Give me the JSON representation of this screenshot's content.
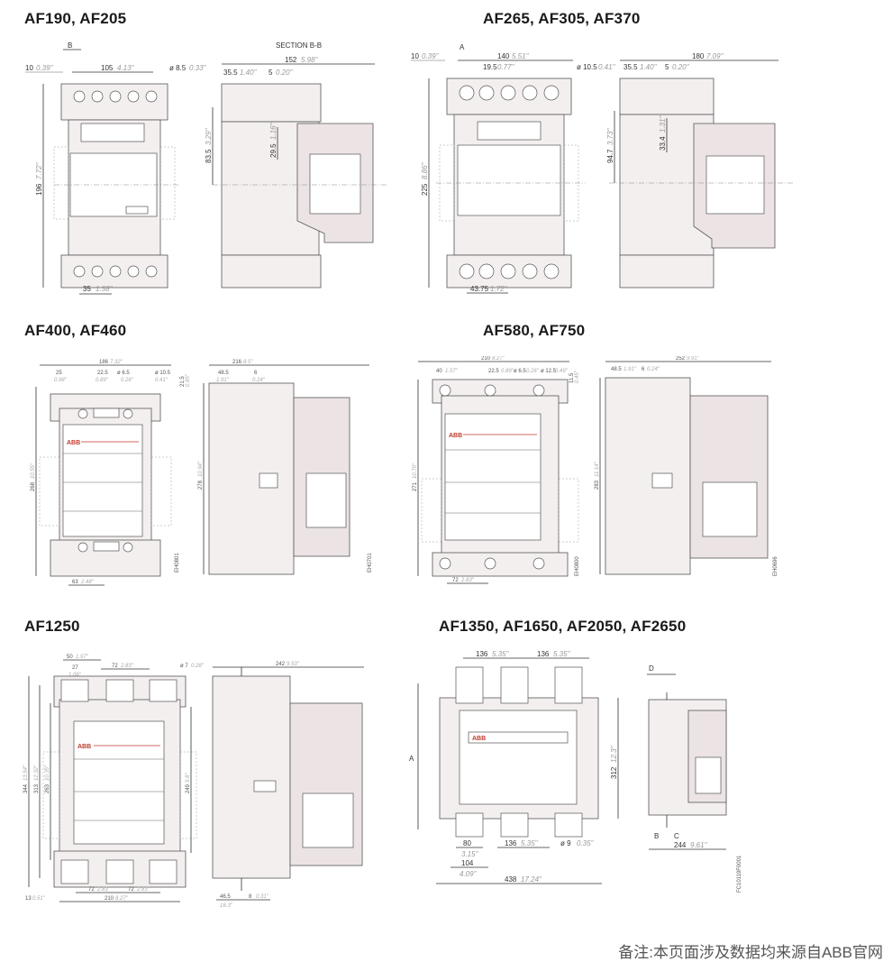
{
  "titles": {
    "af190": "AF190, AF205",
    "af265": "AF265, AF305, AF370",
    "af400": "AF400, AF460",
    "af580": "AF580, AF750",
    "af1250": "AF1250",
    "af1350": "AF1350, AF1650, AF2050, AF2650"
  },
  "p1": {
    "section": "SECTION B-B",
    "b": "B",
    "d10": "10",
    "d10i": "0.39\"",
    "d105": "105",
    "d105i": "4.13\"",
    "d85": "ø 8.5",
    "d85i": "0.33\"",
    "d152": "152",
    "d152i": "5.98\"",
    "d355": "35.5",
    "d355i": "1.40\"",
    "d5": "5",
    "d5i": "0.20\"",
    "d196": "196",
    "d196i": "7.72\"",
    "d835": "83.5",
    "d835i": "3.29\"",
    "d295": "29.5",
    "d295i": "1.16\"",
    "d35": "35",
    "d35i": "1.38\""
  },
  "p2": {
    "a": "A",
    "d10": "10",
    "d10i": "0.39\"",
    "d140": "140",
    "d140i": "5.51\"",
    "d195": "19.5",
    "d195i": "0.77\"",
    "d105": "ø 10.5",
    "d105i": "0.41\"",
    "d180": "180",
    "d180i": "7.09\"",
    "d355": "35.5",
    "d355i": "1.40\"",
    "d5": "5",
    "d5i": "0.20\"",
    "d225": "225",
    "d225i": "8.86\"",
    "d947": "94.7",
    "d947i": "3.73\"",
    "d334": "33.4",
    "d334i": "1.31\"",
    "d4375": "43.75",
    "d4375i": "1.72\""
  },
  "p3": {
    "d186": "186",
    "d186i": "7.32\"",
    "d25": "25",
    "d25i": "0.98\"",
    "d225": "22.5",
    "d225i": "0.89\"",
    "d65": "ø 6.5",
    "d65i": "0.26\"",
    "d105": "ø 10.5",
    "d105i": "0.41\"",
    "d215": "21.5",
    "d215i": "0.85\"",
    "d216": "216",
    "d216i": "8.5\"",
    "d485": "48.5",
    "d485i": "1.91\"",
    "d6": "6",
    "d6i": "0.24\"",
    "d268": "268",
    "d268i": "10.55\"",
    "d278": "278",
    "d278i": "10.94\"",
    "d63": "63",
    "d63i": "2.48\"",
    "abb": "ABB",
    "code1": "EH0801",
    "code2": "EH0701"
  },
  "p4": {
    "d210": "210",
    "d210i": "8.27\"",
    "d40": "40",
    "d40i": "1.57\"",
    "d225": "22.5",
    "d225i": "0.89\"",
    "d65": "ø 6.5",
    "d65i": "0.26\"",
    "d125": "ø 12.5",
    "d125i": "0.49\"",
    "d115": "11.5",
    "d115i": "0.45\"",
    "d252": "252",
    "d252i": "9.91\"",
    "d485": "48.5",
    "d485i": "1.91\"",
    "d6": "6",
    "d6i": "0.24\"",
    "d271": "271",
    "d271i": "10.70\"",
    "d283": "283",
    "d283i": "11.14\"",
    "d72": "72",
    "d72i": "2.83\"",
    "abb": "ABB",
    "code1": "EH0800",
    "code2": "EH0696"
  },
  "p5": {
    "d50": "50",
    "d50i": "1.97\"",
    "d27": "27",
    "d27i": "1.06\"",
    "d72": "72",
    "d72i": "2.83\"",
    "d7": "ø 7",
    "d7i": "0.28\"",
    "d242": "242",
    "d242i": "9.53\"",
    "d344": "344",
    "d344i": "13.54\"",
    "d313": "313",
    "d313i": "12.32\"",
    "d263": "263",
    "d263i": "10.35\"",
    "d249": "249",
    "d249i": "9.8\"",
    "d13": "13",
    "d13i": "0.51\"",
    "d72b": "72",
    "d72bi": "2.83\"",
    "d72c": "72",
    "d72ci": "2.83\"",
    "d210": "210",
    "d210i": "8.27\"",
    "d465": "46.5",
    "d465i": "18.3\"",
    "d8": "8",
    "d8i": "0.31\"",
    "abb": "ABB"
  },
  "p6": {
    "d136a": "136",
    "d136ai": "5.35\"",
    "d136b": "136",
    "d136bi": "5.35\"",
    "a": "A",
    "d312": "312",
    "d312i": "12.3\"",
    "d80": "80",
    "d80i": "3.15\"",
    "d136c": "136",
    "d136ci": "5.35\"",
    "d9": "ø 9",
    "d9i": "0.35\"",
    "d104": "104",
    "d104i": "4.09\"",
    "d438": "438",
    "d438i": "17.24\"",
    "dd": "D",
    "db": "B",
    "dc": "C",
    "d244": "244",
    "d244i": "9.61\"",
    "code": "FC10119F0001",
    "abb": "ABB"
  },
  "note": "备注:本页面涉及数据均来源自ABB官网"
}
